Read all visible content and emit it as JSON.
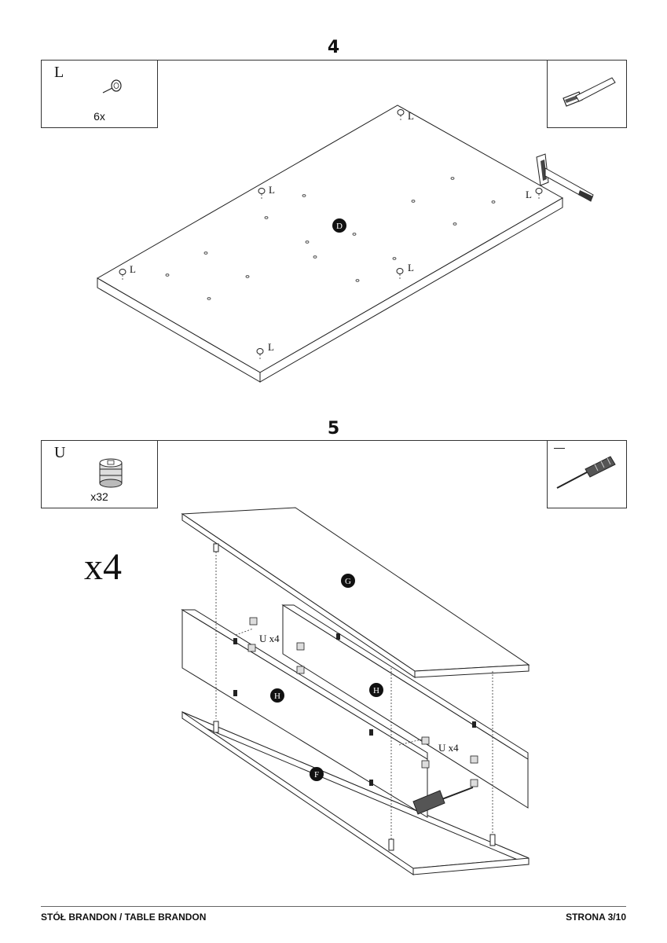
{
  "step4": {
    "number": "4",
    "part_box": {
      "letter": "L",
      "count": "6x",
      "icon": "leveling-foot-icon"
    },
    "tool_box": {
      "icon": "hammer-icon"
    },
    "panel_label": "D",
    "callout": "L"
  },
  "step5": {
    "number": "5",
    "part_box": {
      "letter": "U",
      "count": "x32",
      "icon": "cam-lock-icon"
    },
    "tool_box": {
      "symbol": "—",
      "icon": "screwdriver-icon"
    },
    "multiplier": "x4",
    "panel_labels": {
      "top": "G",
      "side_front": "H",
      "side_back": "H",
      "bottom": "F"
    },
    "callout": "U x4"
  },
  "footer": {
    "left": "STÓŁ BRANDON / TABLE BRANDON",
    "right": "STRONA 3/10"
  }
}
